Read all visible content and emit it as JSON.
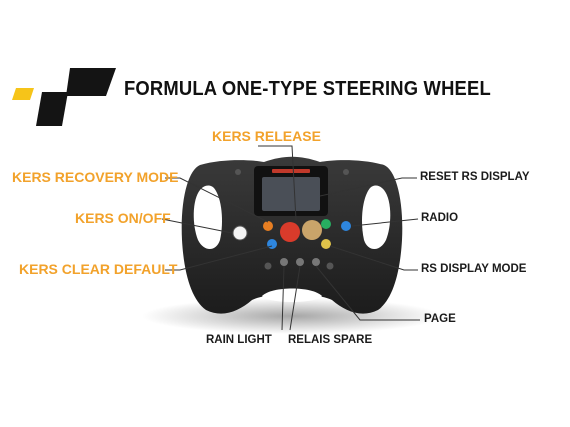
{
  "title": "FORMULA ONE-TYPE STEERING WHEEL",
  "colors": {
    "accent": "#f2a22b",
    "logo_yellow": "#f6c419",
    "logo_black": "#141414",
    "wheel_body": "#2a2a2a",
    "text_dark": "#1b1b1b"
  },
  "labels_left": {
    "kers_release": "KERS RELEASE",
    "kers_recovery_mode": "KERS RECOVERY MODE",
    "kers_on_off": "KERS ON/OFF",
    "kers_clear_default": "KERS CLEAR DEFAULT"
  },
  "labels_right": {
    "reset_rs_display": "RESET RS DISPLAY",
    "radio": "RADIO",
    "rs_display_mode": "RS DISPLAY MODE",
    "page": "PAGE"
  },
  "labels_bottom": {
    "rain_light": "RAIN LIGHT",
    "relais_spare": "RELAIS SPARE"
  }
}
